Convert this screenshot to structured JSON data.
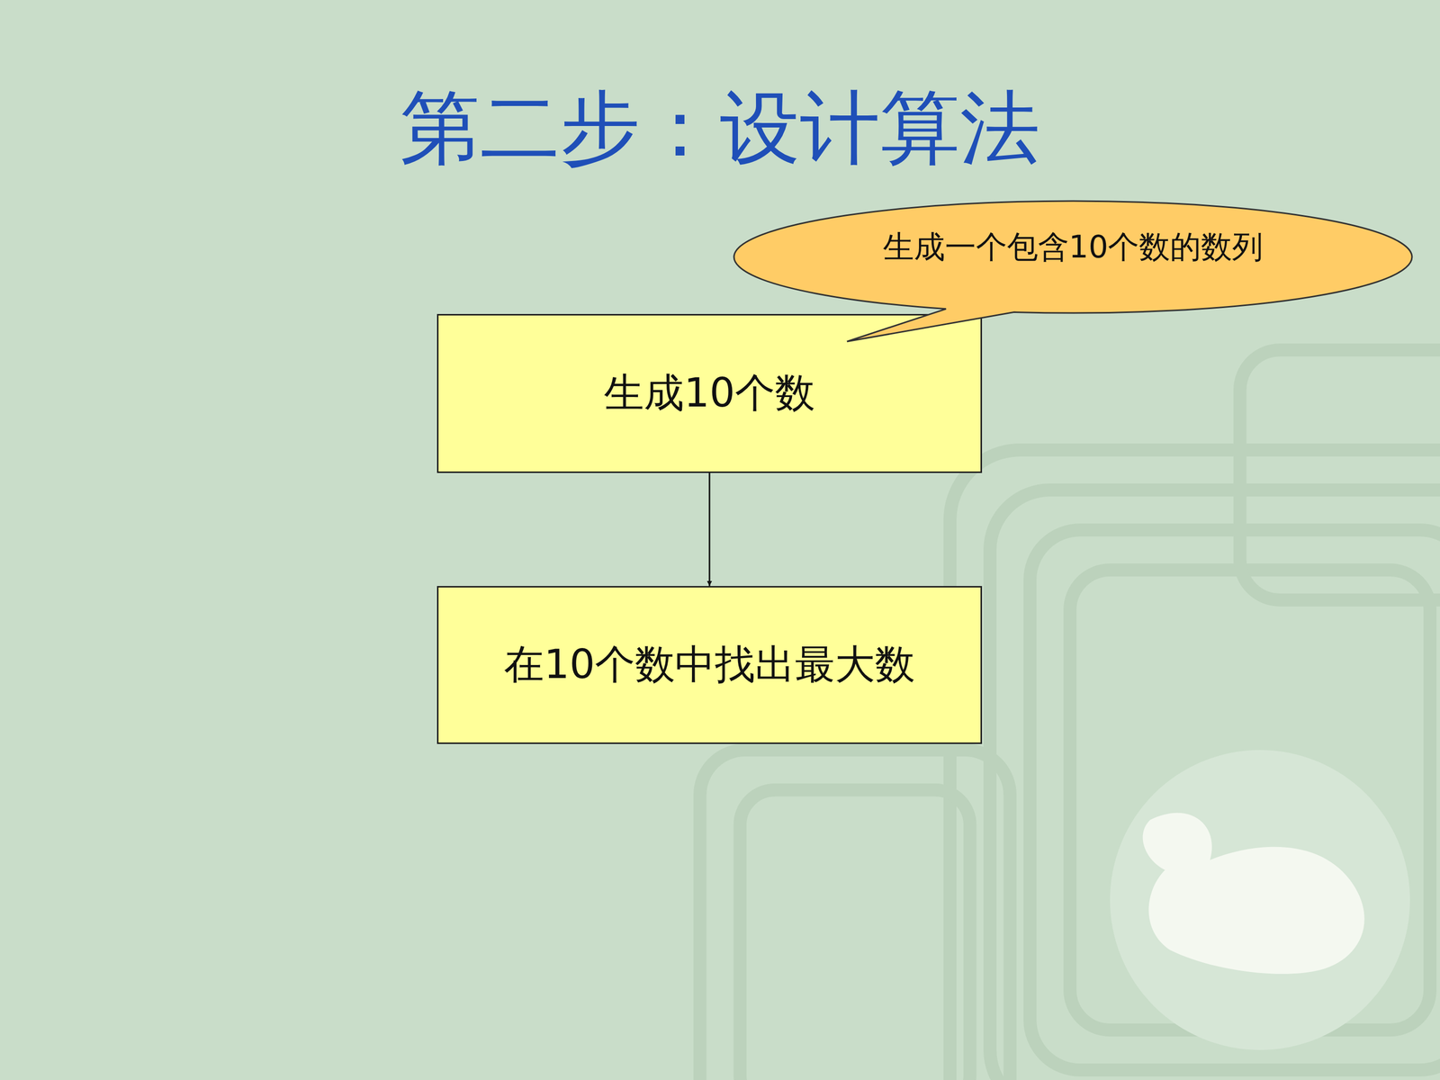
{
  "diagram": {
    "title": "第二步：设计算法",
    "nodes": [
      {
        "text": [
          "生成一个包含10个数的数列"
        ]
      },
      {
        "text": [
          "生成10个数"
        ]
      },
      {
        "text": [
          "在10个数中找出最大数"
        ]
      }
    ],
    "edges": [
      {
        "from": 1,
        "to": 2,
        "arrow": "to"
      }
    ]
  }
}
